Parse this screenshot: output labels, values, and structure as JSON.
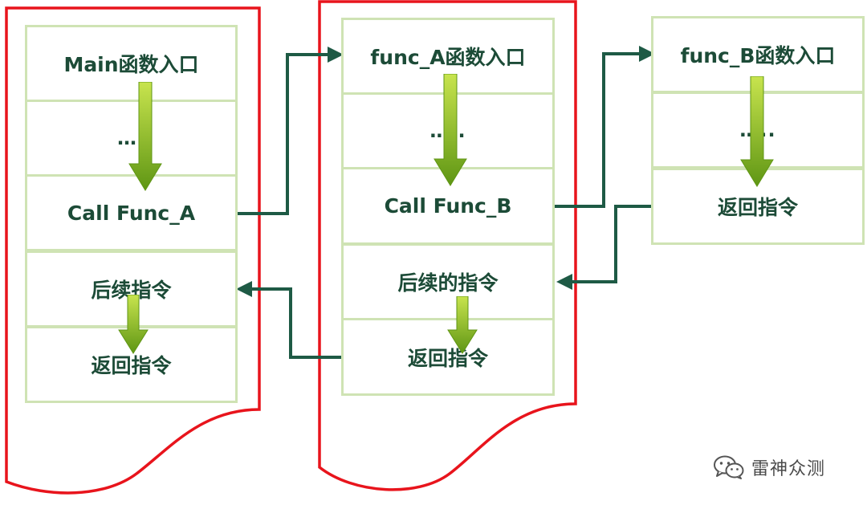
{
  "stack_frames": [
    {
      "name": "main",
      "cells": [
        "Main函数入口",
        "….",
        "Call Func_A",
        "后续指令",
        "返回指令"
      ]
    },
    {
      "name": "func_a",
      "cells": [
        "func_A函数入口",
        "…..",
        "Call Func_B",
        "后续的指令",
        "返回指令"
      ]
    },
    {
      "name": "func_b",
      "cells": [
        "func_B函数入口",
        "…..",
        "返回指令"
      ]
    }
  ],
  "watermark": {
    "icon": "wechat-icon",
    "text": "雷神众测"
  },
  "colors": {
    "frame_border": "#e8141c",
    "cell_border": "#cfe3b4",
    "text": "#1c4b37",
    "connector": "#1e5a45",
    "down_arrow_top": "#c8e44e",
    "down_arrow_bottom": "#5f9614"
  }
}
